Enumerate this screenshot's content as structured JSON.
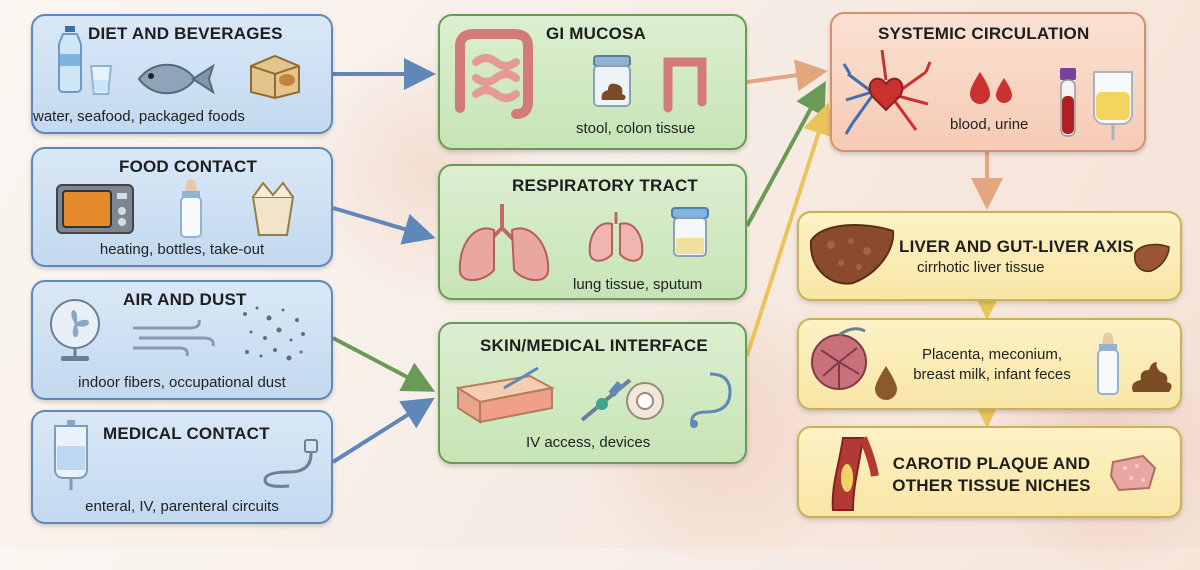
{
  "sources": [
    {
      "title": "DIET AND BEVERAGES",
      "examples": "water, seafood, packaged foods",
      "icons": [
        "water-bottle-icon",
        "glass-icon",
        "fish-icon",
        "packaged-food-icon"
      ]
    },
    {
      "title": "FOOD CONTACT",
      "examples": "heating, bottles, take-out",
      "icons": [
        "microwave-icon",
        "baby-bottle-icon",
        "takeout-box-icon"
      ]
    },
    {
      "title": "AIR AND DUST",
      "examples": "indoor fibers, occupational dust",
      "icons": [
        "fan-icon",
        "wind-icon",
        "dust-particles-icon"
      ]
    },
    {
      "title": "MEDICAL CONTACT",
      "examples": "enteral, IV, parenteral circuits",
      "icons": [
        "iv-bag-icon",
        "tubing-icon"
      ]
    }
  ],
  "routes": [
    {
      "title": "GI MUCOSA",
      "examples": "stool, colon tissue",
      "icons": [
        "intestine-icon",
        "stool-jar-icon",
        "colon-icon"
      ]
    },
    {
      "title": "RESPIRATORY TRACT",
      "examples": "lung tissue, sputum",
      "icons": [
        "lungs-icon",
        "lung-tissue-icon",
        "sputum-cup-icon"
      ]
    },
    {
      "title": "SKIN/MEDICAL INTERFACE",
      "examples": "IV access, devices",
      "icons": [
        "skin-layer-icon",
        "iv-catheter-icon",
        "medical-tape-icon",
        "tubing-icon"
      ]
    }
  ],
  "systemic": {
    "title": "SYSTEMIC CIRCULATION",
    "examples": "blood, urine",
    "icons": [
      "heart-vessels-icon",
      "blood-drops-icon",
      "blood-tube-icon",
      "urine-bag-icon"
    ]
  },
  "niches": [
    {
      "title": "LIVER AND GUT-LIVER AXIS",
      "examples": "cirrhotic liver tissue",
      "icons": [
        "liver-icon",
        "liver-small-icon"
      ]
    },
    {
      "lines": [
        "Placenta, meconium,",
        "breast milk, infant feces"
      ],
      "icons": [
        "placenta-icon",
        "meconium-drop-icon",
        "baby-bottle-icon",
        "stool-icon"
      ]
    },
    {
      "lines": [
        "CAROTID PLAQUE AND",
        "OTHER TISSUE NICHES"
      ],
      "icons": [
        "carotid-artery-icon",
        "tissue-sample-icon"
      ]
    }
  ],
  "colors": {
    "source": "#5f88b8",
    "route": "#6a9b56",
    "systemic": "#d6906d",
    "niche": "#ccb158",
    "arrow_route": "#e4a67f",
    "arrow_yellow": "#e8c45a"
  }
}
